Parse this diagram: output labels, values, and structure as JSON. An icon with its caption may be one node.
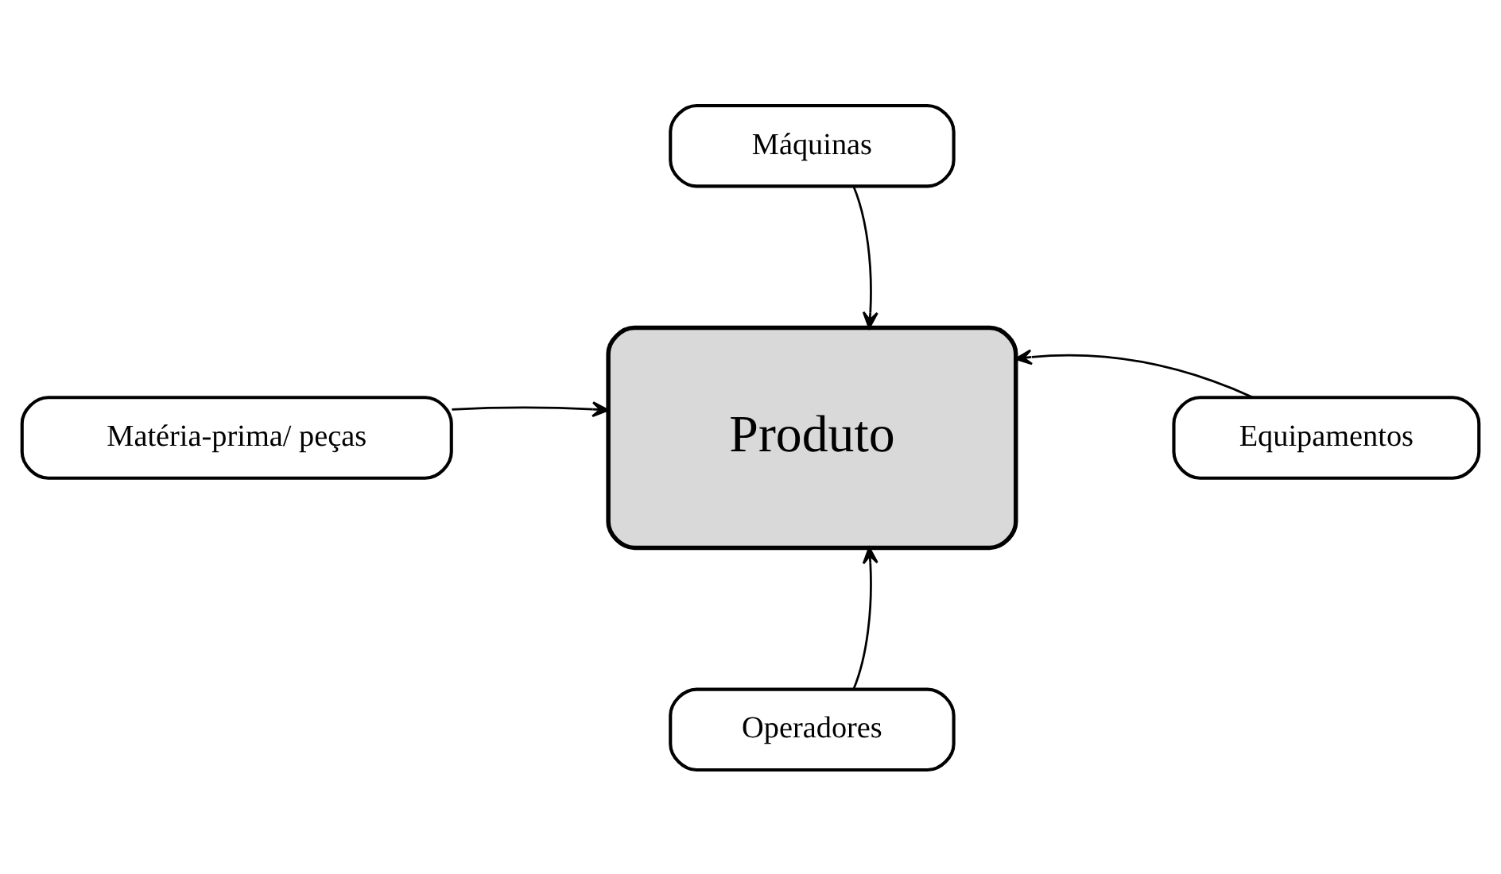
{
  "diagram": {
    "nodes": [
      {
        "text": [
          "Máquinas"
        ]
      },
      {
        "text": [
          "Matéria-prima/ peças"
        ]
      },
      {
        "text": [
          "Produto"
        ]
      },
      {
        "text": [
          "Equipamentos"
        ]
      },
      {
        "text": [
          "Operadores"
        ]
      }
    ],
    "edges": [
      {
        "from": 0,
        "to": 2,
        "arrow": "to"
      },
      {
        "from": 1,
        "to": 2,
        "arrow": "to"
      },
      {
        "from": 3,
        "to": 2,
        "arrow": "to"
      },
      {
        "from": 4,
        "to": 2,
        "arrow": "to"
      }
    ]
  }
}
